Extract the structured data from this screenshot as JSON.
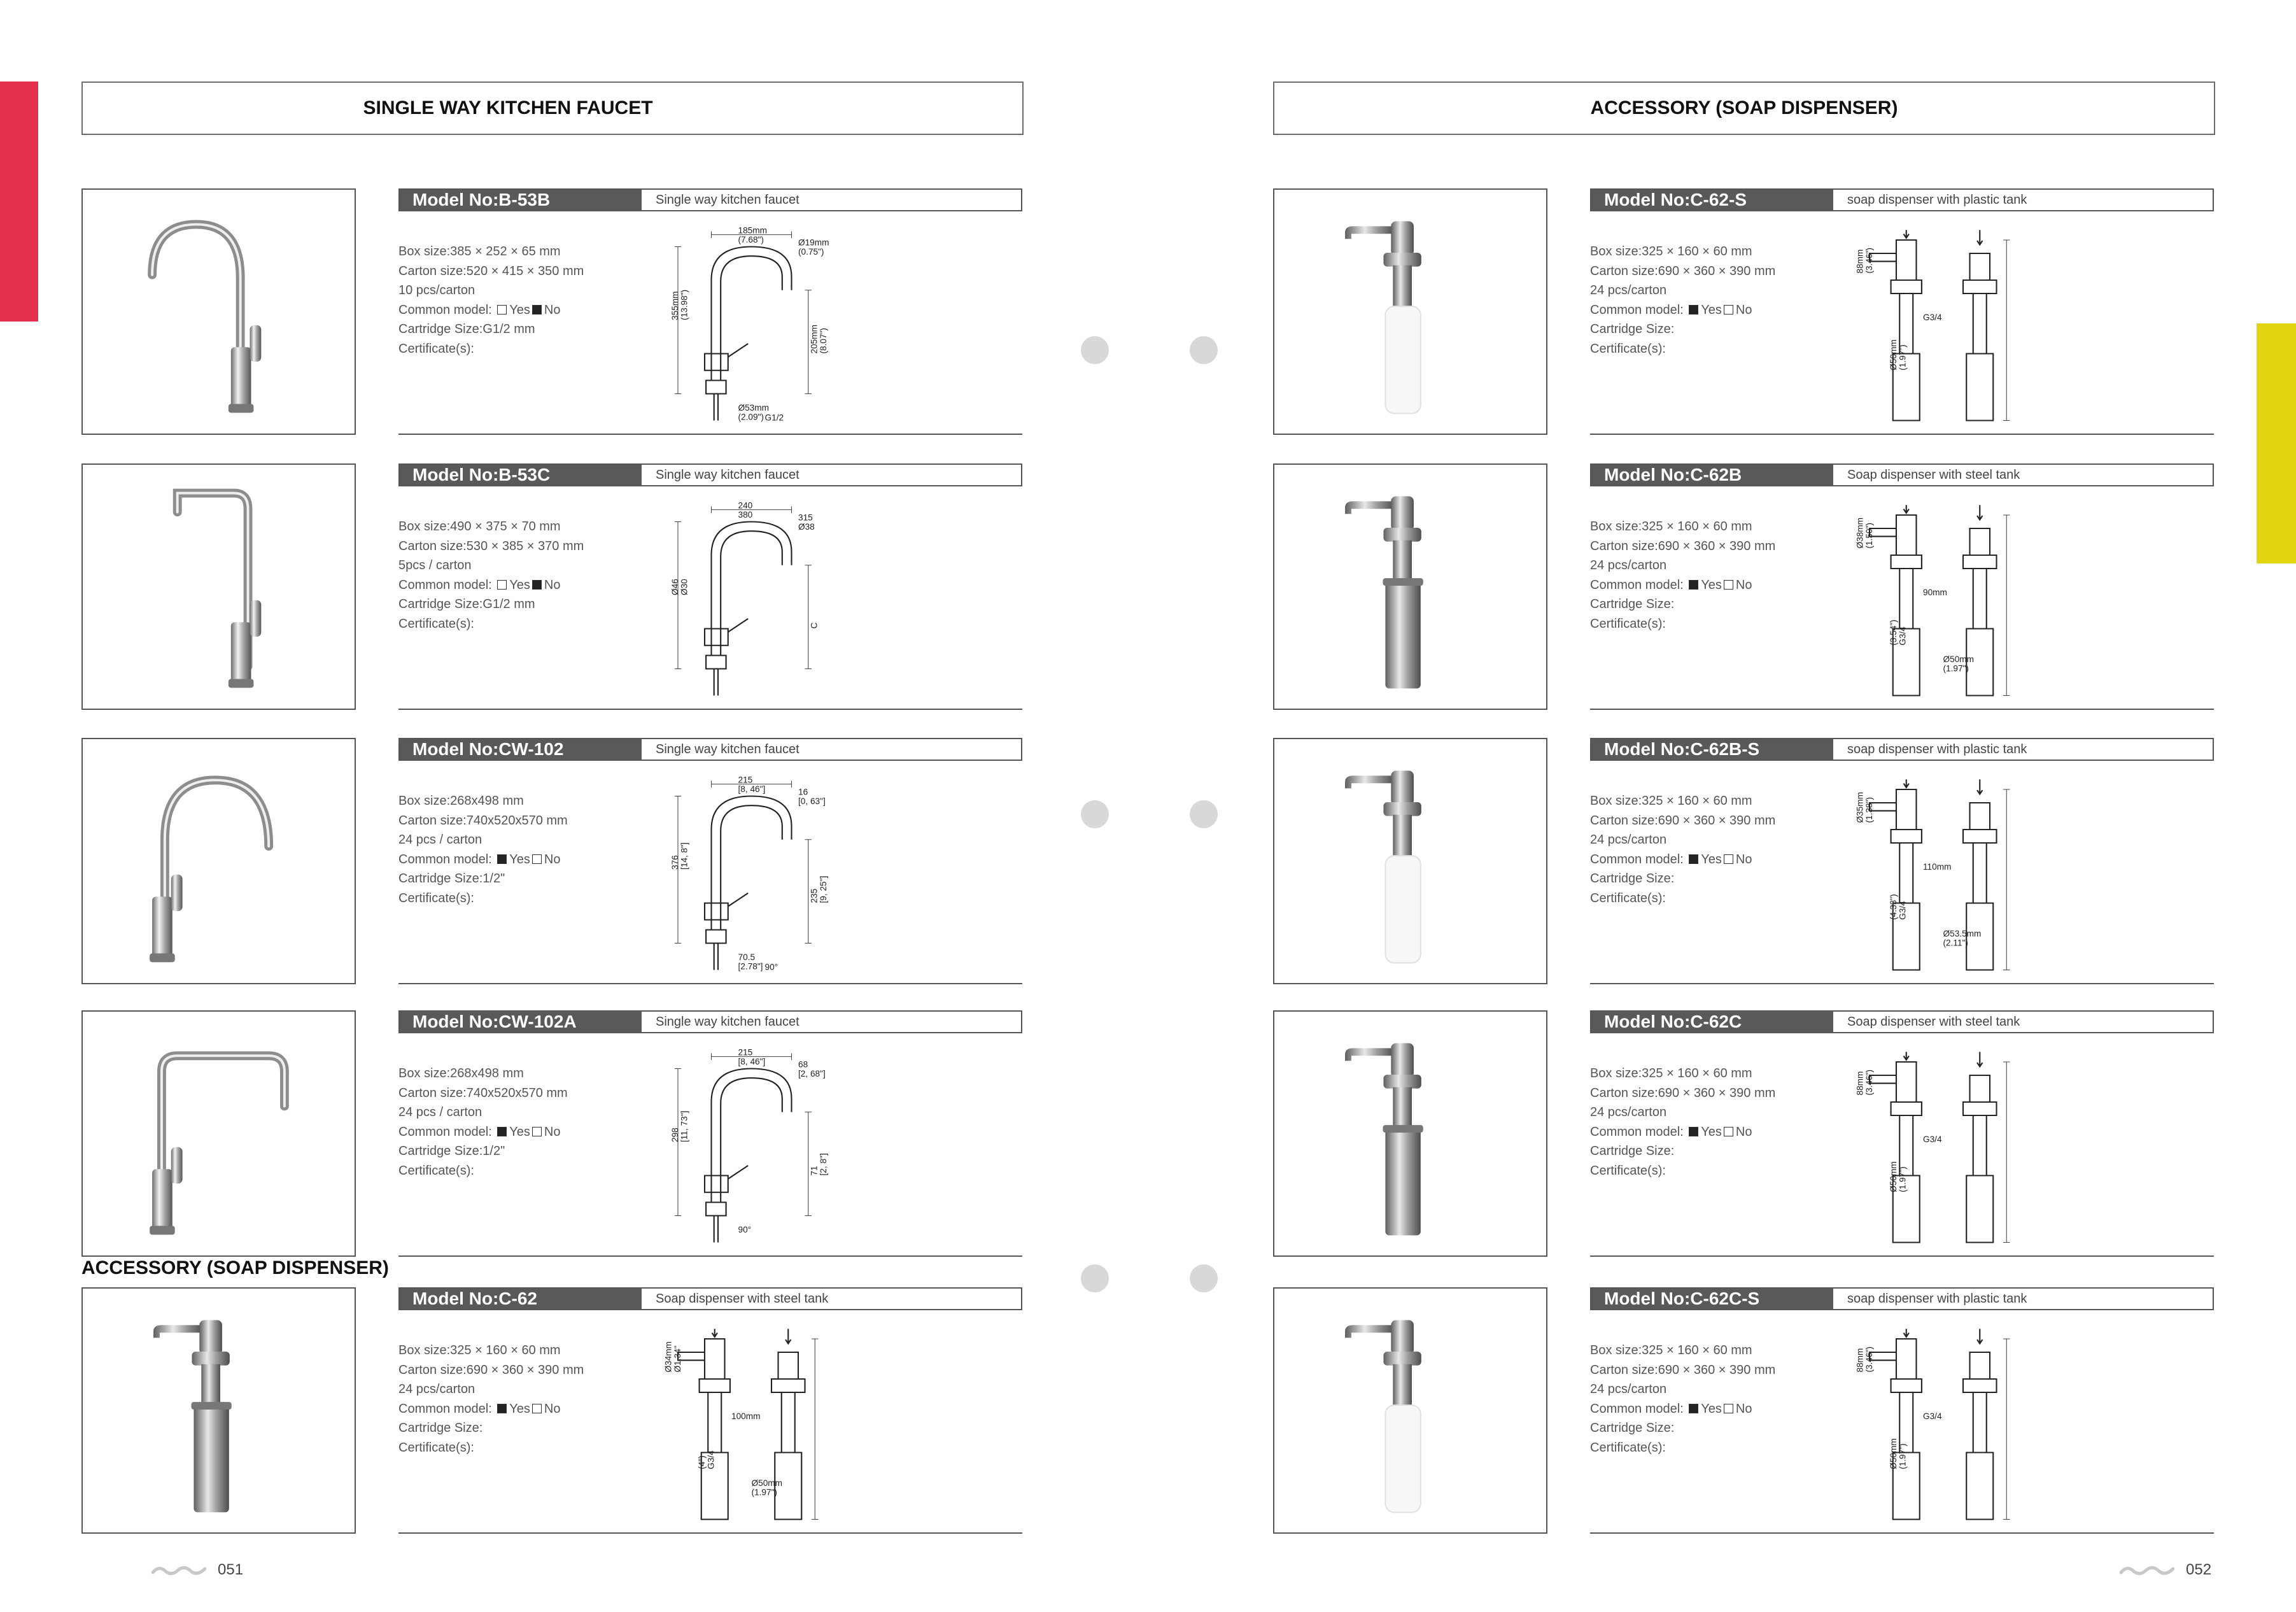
{
  "left_page": {
    "header": "SINGLE WAY KITCHEN FAUCET",
    "sub_heading": "ACCESSORY (SOAP DISPENSER)",
    "page_number": "051",
    "products": [
      {
        "model": "Model No:B-53B",
        "desc": "Single way kitchen faucet",
        "specs": {
          "box": "Box size:385 × 252 × 65 mm",
          "carton": "Carton size:520 × 415 × 350 mm",
          "qty": "10 pcs/carton",
          "common": "Common model:",
          "yes": "Yes",
          "no": "No",
          "cartridge": "Cartridge Size:G1/2 mm",
          "cert": "Certificate(s):"
        },
        "common_yes": false,
        "dims": [
          "185mm",
          "(7.68\")",
          "Ø19mm",
          "(0.75\")",
          "355mm",
          "(13.98\")",
          "205mm",
          "(8.07\")",
          "Ø53mm",
          "(2.09\")",
          "G1/2"
        ]
      },
      {
        "model": "Model No:B-53C",
        "desc": "Single way kitchen faucet",
        "specs": {
          "box": "Box size:490 × 375 × 70 mm",
          "carton": "Carton size:530 × 385 × 370 mm",
          "qty": "5pcs / carton",
          "common": "Common model:",
          "yes": "Yes",
          "no": "No",
          "cartridge": "Cartridge Size:G1/2 mm",
          "cert": "Certificate(s):"
        },
        "common_yes": false,
        "dims": [
          "240",
          "380",
          "315",
          "Ø38",
          "Ø46",
          "Ø30",
          "C"
        ]
      },
      {
        "model": "Model No:CW-102",
        "desc": "Single way kitchen faucet",
        "specs": {
          "box": "Box size:268x498 mm",
          "carton": "Carton size:740x520x570 mm",
          "qty": "24 pcs / carton",
          "common": "Common model:",
          "yes": "Yes",
          "no": "No",
          "cartridge": "Cartridge Size:1/2\"",
          "cert": "Certificate(s):"
        },
        "common_yes": true,
        "dims": [
          "215",
          "[8, 46\"]",
          "16",
          "[0, 63\"]",
          "376",
          "[14, 8\"]",
          "235",
          "[9, 25\"]",
          "70.5",
          "[2.78\"]",
          "90°"
        ]
      },
      {
        "model": "Model No:CW-102A",
        "desc": "Single way kitchen faucet",
        "specs": {
          "box": "Box size:268x498 mm",
          "carton": "Carton size:740x520x570 mm",
          "qty": "24 pcs / carton",
          "common": "Common model:",
          "yes": "Yes",
          "no": "No",
          "cartridge": "Cartridge Size:1/2\"",
          "cert": "Certificate(s):"
        },
        "common_yes": true,
        "dims": [
          "215",
          "[8, 46\"]",
          "68",
          "[2, 68\"]",
          "298",
          "[11, 73\"]",
          "71",
          "[2, 8\"]",
          "90°"
        ]
      },
      {
        "model": "Model No:C-62",
        "desc": "Soap dispenser with steel tank",
        "specs": {
          "box": "Box size:325 × 160 × 60  mm",
          "carton": "Carton size:690 × 360 × 390 mm",
          "qty": "24 pcs/carton",
          "common": "Common model:",
          "yes": "Yes",
          "no": "No",
          "cartridge": "Cartridge Size:",
          "cert": "Certificate(s):"
        },
        "common_yes": true,
        "dims": [
          "Ø34mm",
          "Ø1.34\"",
          "100mm",
          "(4\")",
          "G3/4",
          "Ø50mm",
          "(1.97\")"
        ]
      }
    ]
  },
  "right_page": {
    "header": "ACCESSORY (SOAP DISPENSER)",
    "page_number": "052",
    "products": [
      {
        "model": "Model No:C-62-S",
        "desc": "soap dispenser with plastic tank",
        "specs": {
          "box": "Box size:325 × 160 × 60  mm",
          "carton": "Carton size:690 × 360 × 390 mm",
          "qty": "24 pcs/carton",
          "common": "Common model:",
          "yes": "Yes",
          "no": "No",
          "cartridge": "Cartridge Size:",
          "cert": "Certificate(s):"
        },
        "common_yes": true,
        "dims": [
          "88mm",
          "(3.46\")",
          "G3/4",
          "Ø50mm",
          "(1.97\")"
        ]
      },
      {
        "model": "Model No:C-62B",
        "desc": "Soap dispenser with steel tank",
        "specs": {
          "box": "Box size:325 × 160 × 60  mm",
          "carton": "Carton size:690 × 360 × 390 mm",
          "qty": "24 pcs/carton",
          "common": "Common model:",
          "yes": "Yes",
          "no": "No",
          "cartridge": "Cartridge Size:",
          "cert": "Certificate(s):"
        },
        "common_yes": true,
        "dims": [
          "Ø38mm",
          "(1.50\")",
          "90mm",
          "(3.54\")",
          "G3/4",
          "Ø50mm",
          "(1.97\")"
        ]
      },
      {
        "model": "Model No:C-62B-S",
        "desc": "soap dispenser with plastic tank",
        "specs": {
          "box": "Box size:325 × 160 × 60  mm",
          "carton": "Carton size:690 × 360 × 390 mm",
          "qty": "24 pcs/carton",
          "common": "Common model:",
          "yes": "Yes",
          "no": "No",
          "cartridge": "Cartridge Size:",
          "cert": "Certificate(s):"
        },
        "common_yes": true,
        "dims": [
          "Ø35mm",
          "(1.38\")",
          "110mm",
          "(4.33\")",
          "G3/4",
          "Ø53.5mm",
          "(2.11\")"
        ]
      },
      {
        "model": "Model No:C-62C",
        "desc": "Soap dispenser with steel tank",
        "specs": {
          "box": "Box size:325 × 160 × 60  mm",
          "carton": "Carton size:690 × 360 × 390 mm",
          "qty": "24 pcs/carton",
          "common": "Common model:",
          "yes": "Yes",
          "no": "No",
          "cartridge": "Cartridge Size:",
          "cert": "Certificate(s):"
        },
        "common_yes": true,
        "dims": [
          "88mm",
          "(3.46\")",
          "G3/4",
          "Ø50mm",
          "(1.97\")"
        ]
      },
      {
        "model": "Model No:C-62C-S",
        "desc": "soap dispenser with plastic tank",
        "specs": {
          "box": "Box size:325 × 160 × 60  mm",
          "carton": "Carton size:690 × 360 × 390 mm",
          "qty": "24 pcs/carton",
          "common": "Common model:",
          "yes": "Yes",
          "no": "No",
          "cartridge": "Cartridge Size:",
          "cert": "Certificate(s):"
        },
        "common_yes": true,
        "dims": [
          "88mm",
          "(3.46\")",
          "G3/4",
          "Ø50mm",
          "(1.97\")"
        ]
      }
    ]
  },
  "colors": {
    "red_tab": "#e4304d",
    "yellow_tab": "#e0d510",
    "model_bar": "#595959",
    "dot": "#d8d8d8"
  }
}
